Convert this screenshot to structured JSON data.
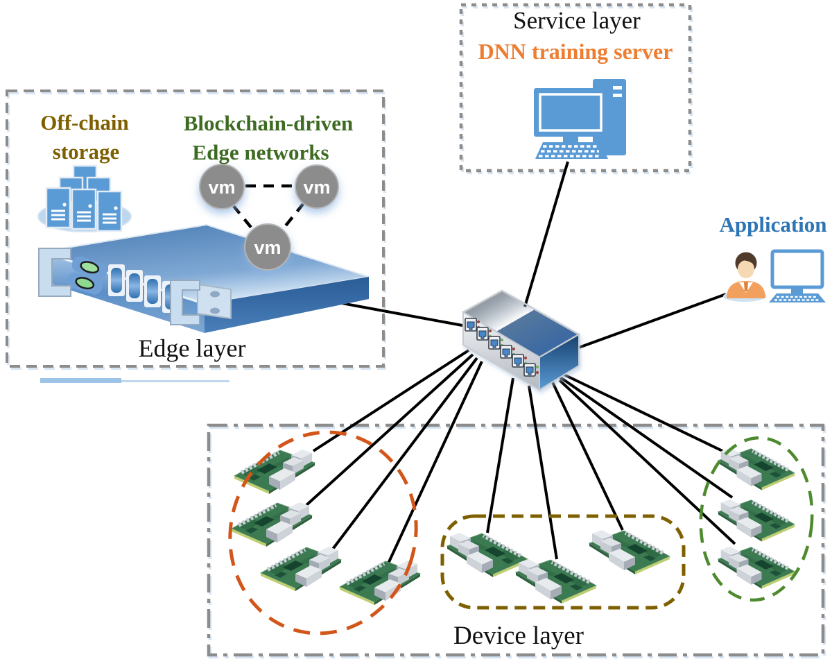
{
  "service_layer": {
    "title": "Service layer",
    "server_label": "DNN training server",
    "server_label_color": "#ED7D31",
    "icon": "desktop-computer"
  },
  "edge_layer": {
    "title": "Edge layer",
    "offchain": {
      "line1": "Off-chain",
      "line2": "storage",
      "color": "#7F6000",
      "icon": "server-towers"
    },
    "blockchain": {
      "line1": "Blockchain-driven",
      "line2": "Edge networks",
      "color": "#3D6B21"
    },
    "vm_nodes": [
      "vm",
      "vm",
      "vm"
    ],
    "rack_icon": "rack-server"
  },
  "application": {
    "title": "Application",
    "title_color": "#2E75B6",
    "icons": [
      "user",
      "desktop-computer"
    ]
  },
  "device_layer": {
    "title": "Device layer",
    "device_type": "raspberry-pi-board",
    "clusters": [
      {
        "id": "orange-cluster",
        "shape": "dashed-ellipse",
        "outline_color": "#D2551A",
        "device_count": 4
      },
      {
        "id": "olive-cluster",
        "shape": "dashed-rounded-rect",
        "outline_color": "#7F6000",
        "device_count": 3
      },
      {
        "id": "green-cluster",
        "shape": "dashed-ellipse",
        "outline_color": "#4E8A2E",
        "device_count": 3
      }
    ]
  },
  "network": {
    "hub_icon": "ethernet-switch",
    "link_color": "#000000",
    "link_count": 13
  },
  "colors": {
    "accent_blue": "#5B9BD5",
    "box_border_gray": "#8C8C8C",
    "vm_gray": "#8C8C8C",
    "bar_blue_1": "#9DC3E6",
    "bar_blue_2": "#BDD7EE"
  }
}
